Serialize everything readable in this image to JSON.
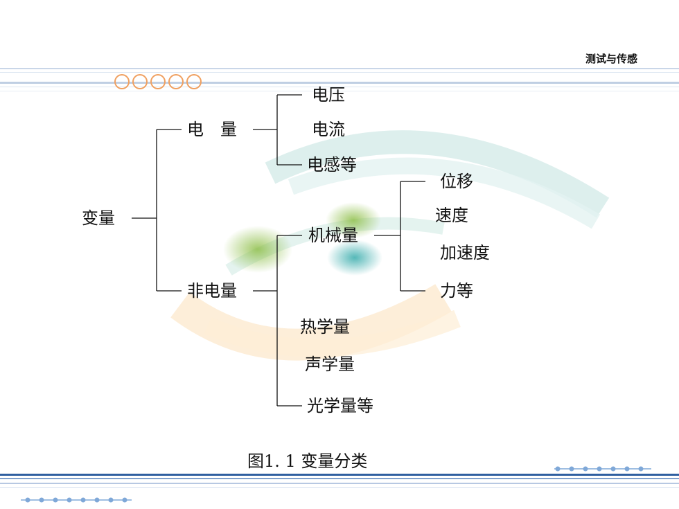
{
  "header": {
    "title": "测试与传感"
  },
  "diagram": {
    "root": "变量",
    "electrical": "电　量",
    "non_electrical": "非电量",
    "electrical_children": [
      "电压",
      "电流",
      "电感等"
    ],
    "mechanical": "机械量",
    "mechanical_children": [
      "位移",
      "速度",
      "加速度",
      "力等"
    ],
    "other_children": [
      "热学量",
      "声学量",
      "光学量等"
    ]
  },
  "caption": "图1. 1  变量分类",
  "colors": {
    "line": "#111111",
    "ring": "#f0a060",
    "band": "#2f5fa0",
    "dots": "#7fa8d8"
  }
}
